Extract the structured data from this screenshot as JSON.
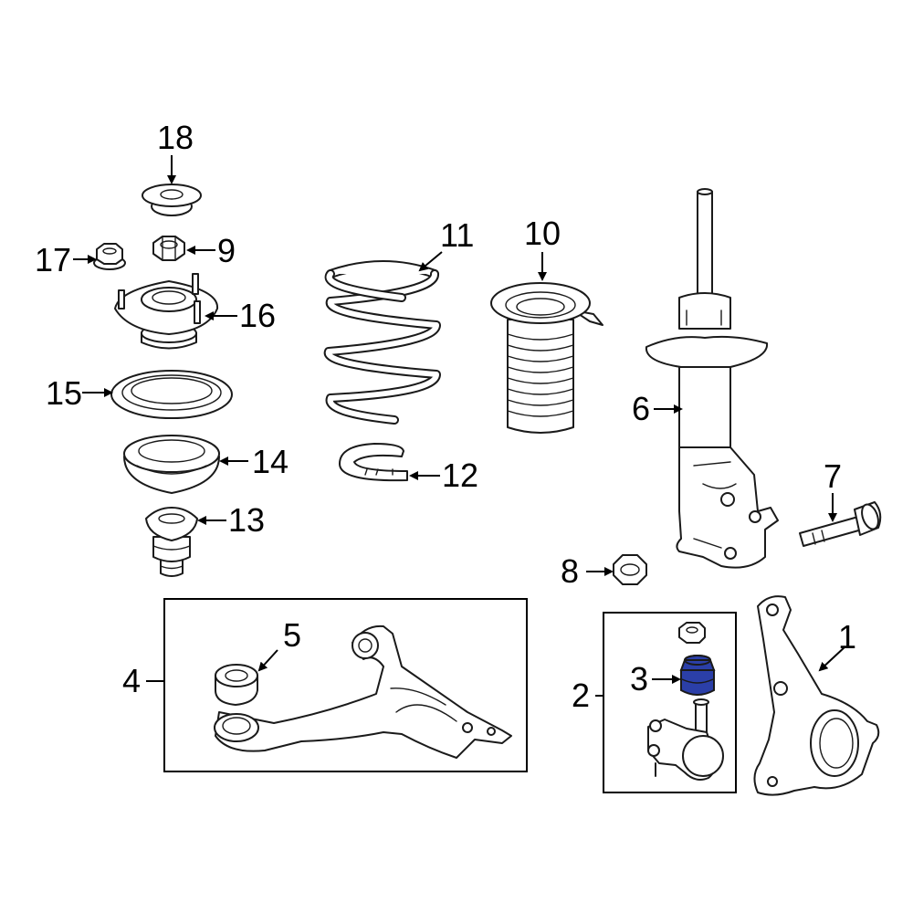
{
  "accent_color": "#2b3fa8",
  "highlighted_part": "3",
  "callouts": {
    "c1": "1",
    "c2": "2",
    "c3": "3",
    "c4": "4",
    "c5": "5",
    "c6": "6",
    "c7": "7",
    "c8": "8",
    "c9": "9",
    "c10": "10",
    "c11": "11",
    "c12": "12",
    "c13": "13",
    "c14": "14",
    "c15": "15",
    "c16": "16",
    "c17": "17",
    "c18": "18"
  }
}
